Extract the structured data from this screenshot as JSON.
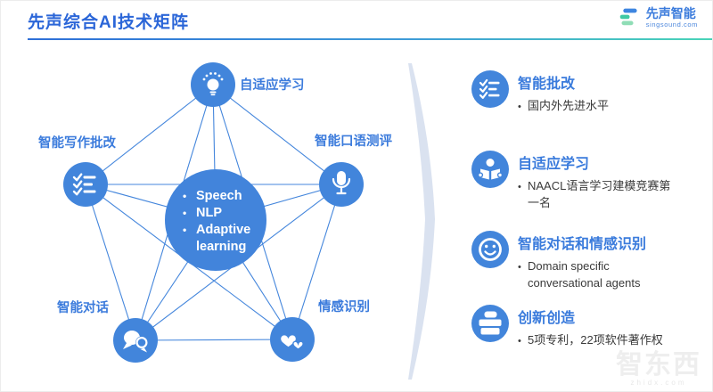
{
  "header": {
    "title": "先声综合AI技术矩阵",
    "logo_name": "先声智能",
    "logo_domain": "singsound.com"
  },
  "diagram": {
    "center_items": [
      "Speech",
      "NLP",
      "Adaptive learning"
    ],
    "nodes": [
      {
        "id": "adaptive-learning",
        "label": "自适应学习",
        "icon": "lightbulb-icon"
      },
      {
        "id": "writing-correction",
        "label": "智能写作批改",
        "icon": "checklist-icon"
      },
      {
        "id": "oral-assessment",
        "label": "智能口语测评",
        "icon": "microphone-icon"
      },
      {
        "id": "dialogue",
        "label": "智能对话",
        "icon": "chat-bubbles-icon"
      },
      {
        "id": "emotion-recognition",
        "label": "情感识别",
        "icon": "hearts-icon"
      }
    ]
  },
  "panel": {
    "items": [
      {
        "title": "智能批改",
        "icon": "checklist-icon",
        "bullets": [
          "国内外先进水平"
        ]
      },
      {
        "title": "自适应学习",
        "icon": "reader-icon",
        "bullets": [
          "NAACL语言学习建模竞赛第一名"
        ]
      },
      {
        "title": "智能对话和情感识别",
        "icon": "smiley-icon",
        "bullets": [
          "Domain specific conversational agents"
        ]
      },
      {
        "title": "创新创造",
        "icon": "books-icon",
        "bullets": [
          "5项专利，22项软件著作权"
        ]
      }
    ]
  },
  "watermark": {
    "text": "智东西",
    "domain": "zhidx.com"
  },
  "colors": {
    "accent_blue": "#4285DB",
    "title_blue": "#2B66D8",
    "label_blue": "#3B7BDC",
    "underline_start": "#2E6FD8",
    "underline_end": "#49D4B8",
    "logo_green": "#3FC9A4",
    "arrow_gray": "#DAE2F0",
    "body_text": "#3A3A3A"
  }
}
